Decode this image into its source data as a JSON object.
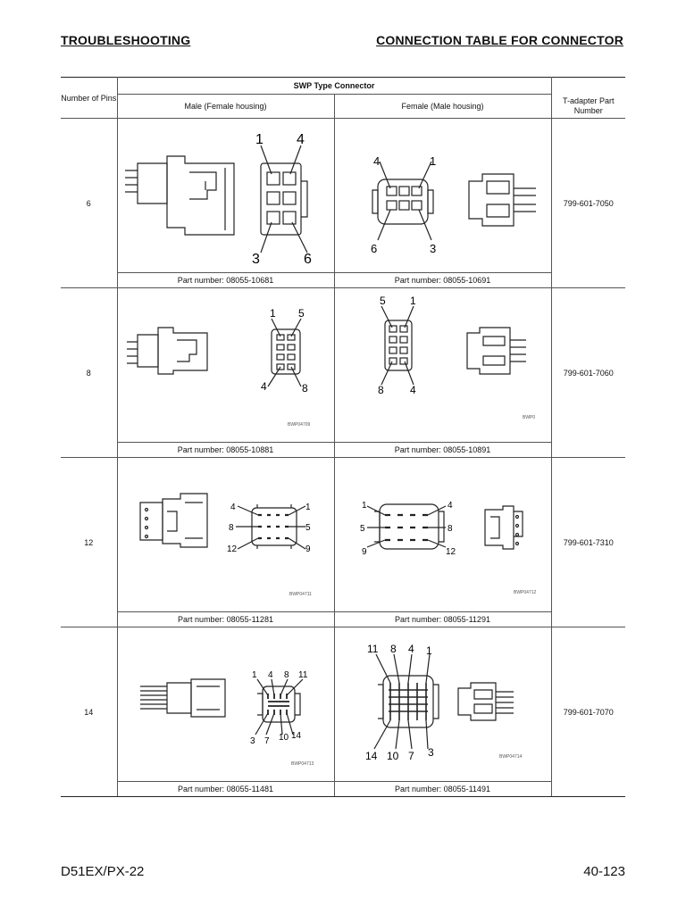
{
  "header": {
    "section": "TROUBLESHOOTING",
    "title": "CONNECTION TABLE FOR CONNECTOR"
  },
  "table": {
    "col_pins": "Number of Pins",
    "group_header": "SWP Type Connector",
    "col_male": "Male (Female housing)",
    "col_female": "Female (Male housing)",
    "col_tadapter": "T-adapter Part Number",
    "rows": [
      {
        "pins": "6",
        "male_part": "Part number: 08055-10681",
        "female_part": "Part number: 08055-10691",
        "tadapter": "799-601-7050",
        "male_pin_labels": [
          "1",
          "4",
          "3",
          "6"
        ],
        "female_pin_labels": [
          "4",
          "1",
          "6",
          "3"
        ],
        "male_code": "",
        "female_code": ""
      },
      {
        "pins": "8",
        "male_part": "Part number: 08055-10881",
        "female_part": "Part number: 08055-10891",
        "tadapter": "799-601-7060",
        "male_pin_labels": [
          "1",
          "5",
          "4",
          "8"
        ],
        "female_pin_labels": [
          "5",
          "1",
          "8",
          "4"
        ],
        "male_code": "BWP04709",
        "female_code": "BWP0"
      },
      {
        "pins": "12",
        "male_part": "Part number: 08055-11281",
        "female_part": "Part number: 08055-11291",
        "tadapter": "799-601-7310",
        "male_pin_labels": [
          "4",
          "1",
          "8",
          "5",
          "12",
          "9"
        ],
        "female_pin_labels": [
          "1",
          "4",
          "5",
          "8",
          "9",
          "12"
        ],
        "male_code": "BWP04711",
        "female_code": "BWP04712"
      },
      {
        "pins": "14",
        "male_part": "Part number: 08055-11481",
        "female_part": "Part number: 08055-11491",
        "tadapter": "799-601-7070",
        "male_pin_labels": [
          "1",
          "4",
          "8",
          "11",
          "3",
          "7",
          "10",
          "14"
        ],
        "female_pin_labels": [
          "11",
          "8",
          "4",
          "1",
          "14",
          "10",
          "7",
          "3"
        ],
        "male_code": "BWP04713",
        "female_code": "BWP04714"
      }
    ]
  },
  "footer": {
    "model": "D51EX/PX-22",
    "page": "40-123"
  }
}
